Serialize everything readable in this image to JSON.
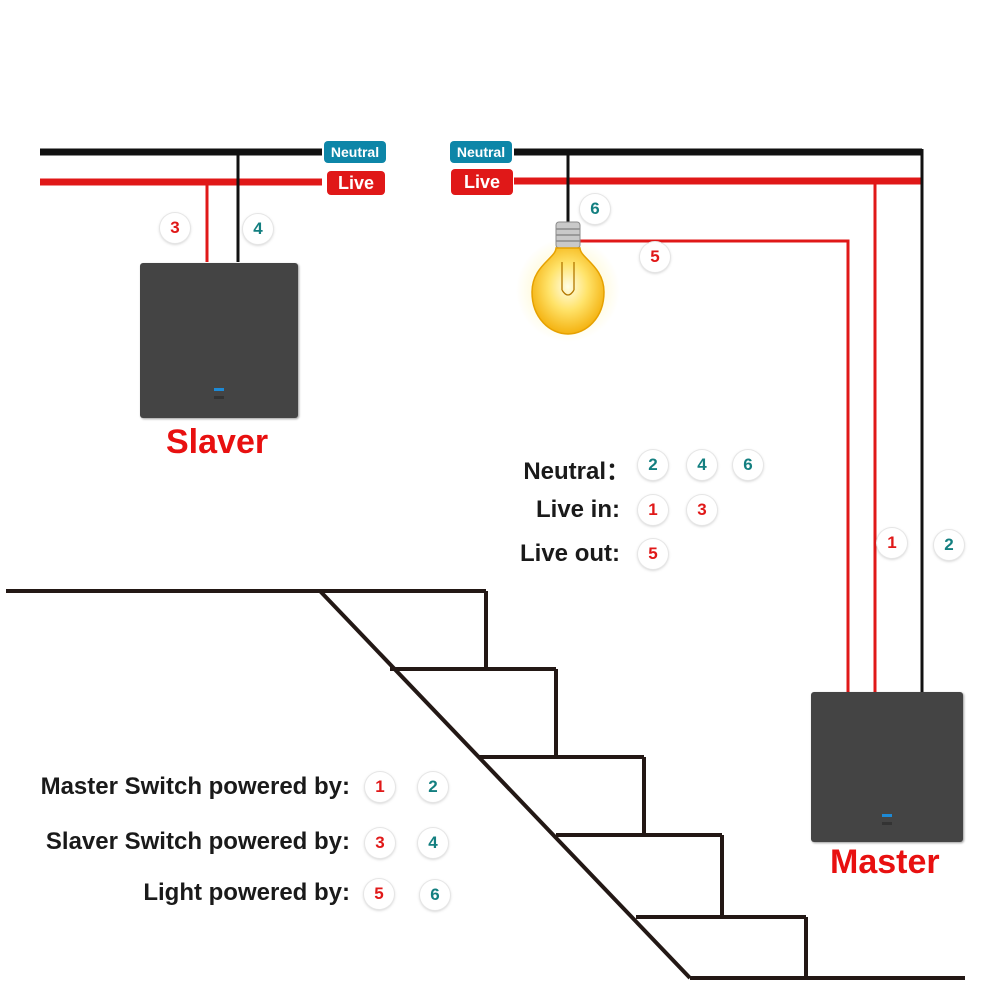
{
  "tags": {
    "neutral": "Neutral",
    "live": "Live"
  },
  "switches": {
    "slaver": "Slaver",
    "master": "Master"
  },
  "wire_numbers": {
    "n1": "1",
    "n2": "2",
    "n3": "3",
    "n4": "4",
    "n5": "5",
    "n6": "6"
  },
  "legend": {
    "neutral_label": "Neutral：",
    "neutral_values": [
      "2",
      "4",
      "6"
    ],
    "live_in_label": "Live in:",
    "live_in_values": [
      "1",
      "3"
    ],
    "live_out_label": "Live out:",
    "live_out_values": [
      "5"
    ]
  },
  "power": {
    "master_label": "Master Switch powered by:",
    "master_values": [
      "1",
      "2"
    ],
    "slaver_label": "Slaver Switch powered by:",
    "slaver_values": [
      "3",
      "4"
    ],
    "light_label": "Light powered by:",
    "light_values": [
      "5",
      "6"
    ]
  },
  "colors": {
    "live_wire": "#e01818",
    "neutral_wire": "#111111",
    "neutral_tag": "#0d86a8",
    "live_tag": "#e01818",
    "switch_body": "#444444",
    "indicator_led": "#1d8ad6"
  }
}
